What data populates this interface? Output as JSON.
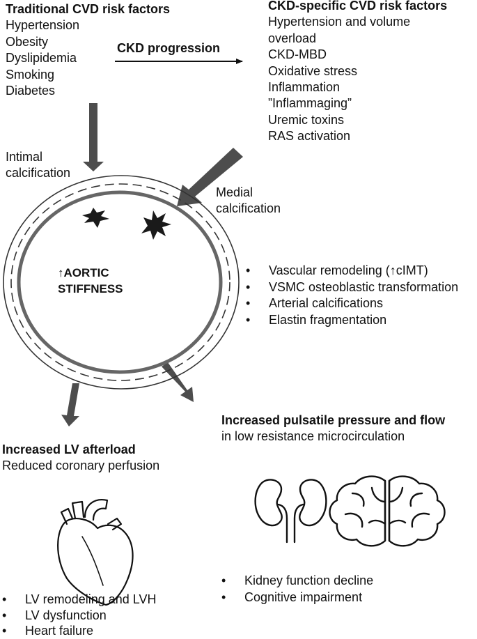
{
  "traditional": {
    "title": "Traditional CVD risk factors",
    "items": [
      "Hypertension",
      "Obesity",
      "Dyslipidemia",
      "Smoking",
      "Diabetes"
    ]
  },
  "ckd_progression": "CKD progression",
  "ckd_specific": {
    "title": "CKD-specific CVD risk factors",
    "items": [
      "Hypertension and volume",
      "overload",
      "CKD-MBD",
      "Oxidative stress",
      "Inflammation",
      "”Inflammaging”",
      "Uremic toxins",
      "RAS activation"
    ]
  },
  "intimal": [
    "Intimal",
    "calcification"
  ],
  "medial": [
    "Medial",
    "calcification"
  ],
  "aortic": [
    "↑AORTIC",
    "STIFFNESS"
  ],
  "stiffness_bullets": [
    "Vascular remodeling (↑cIMT)",
    "VSMC osteoblastic transformation",
    "Arterial calcifications",
    "Elastin fragmentation"
  ],
  "lv": {
    "title": "Increased LV afterload",
    "subtitle": "Reduced coronary perfusion"
  },
  "pulsatile": {
    "title": "Increased pulsatile pressure and flow",
    "subtitle": "in low resistance microcirculation"
  },
  "heart_bullets": [
    "LV remodeling and LVH",
    "LV dysfunction",
    "Heart failure"
  ],
  "organ_bullets": [
    "Kidney function decline",
    "Cognitive impairment"
  ],
  "colors": {
    "arrow": "#4d4d4d",
    "ring": "#666666",
    "text": "#111111"
  }
}
